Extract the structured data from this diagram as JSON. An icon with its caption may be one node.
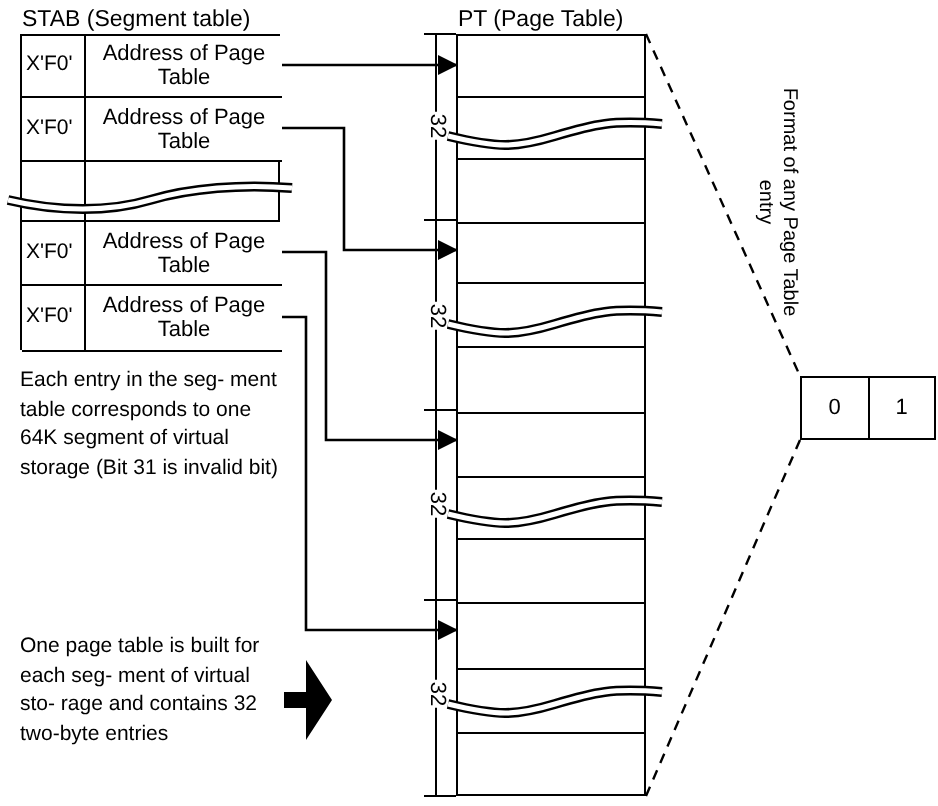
{
  "diagram": {
    "nodes": [
      {
        "text": [
          "STAB (Segment table)"
        ]
      },
      {
        "text": [
          "X'F0'",
          "Address of Page Table"
        ],
        "in": 0
      },
      {
        "text": [
          "X'F0'",
          "Address of Page Table"
        ],
        "in": 0
      },
      {
        "text": [
          "X'F0'",
          "Address of Page Table"
        ],
        "in": 0
      },
      {
        "text": [
          "X'F0'",
          "Address of Page Table"
        ],
        "in": 0
      },
      {
        "text": [
          "PT (Page Table)"
        ]
      },
      {
        "text": [
          "0",
          "1"
        ],
        "beside": [
          "Format of any Page Table entry"
        ]
      }
    ],
    "edges": [
      {
        "from": 1,
        "to": 5,
        "arrow": "to"
      },
      {
        "from": 2,
        "to": 5,
        "arrow": "to"
      },
      {
        "from": 3,
        "to": 5,
        "arrow": "to"
      },
      {
        "from": 4,
        "to": 5,
        "arrow": "to"
      },
      {
        "from": 5,
        "to": 6,
        "arrow": "none",
        "style": "dashed"
      },
      {
        "from": 5,
        "to": 6,
        "arrow": "none",
        "style": "dashed"
      }
    ],
    "labels": [
      "32",
      "32",
      "32",
      "32",
      "Each entry in the seg- ment table corresponds to one 64K segment of virtual storage (Bit 31 is invalid bit)",
      "One page table is built for each seg- ment of virtual sto- rage and contains 32 two-byte entries"
    ]
  }
}
